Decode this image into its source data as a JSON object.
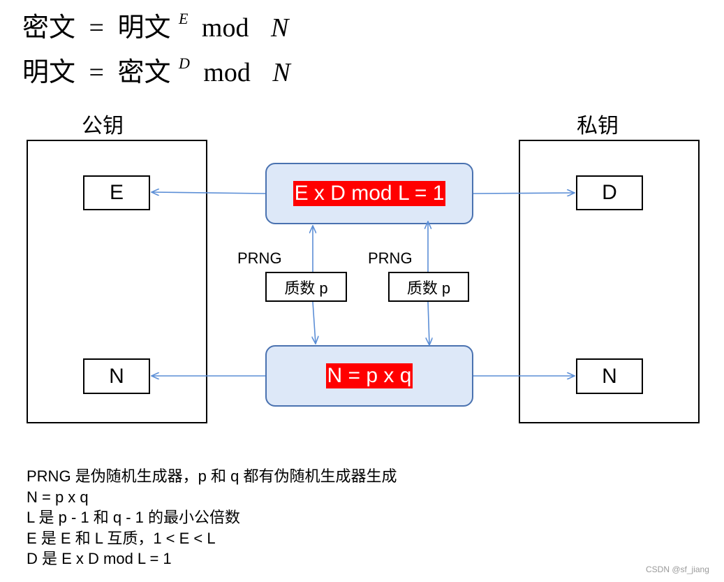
{
  "formulas": {
    "line1": {
      "lhs": "密文",
      "eq": "=",
      "rhs": "明文",
      "exp": "E",
      "mod": "mod",
      "modulus": "N"
    },
    "line2": {
      "lhs": "明文",
      "eq": "=",
      "rhs": "密文",
      "exp": "D",
      "mod": "mod",
      "modulus": "N"
    }
  },
  "public_key": {
    "title": "公钥",
    "e": "E",
    "n": "N"
  },
  "private_key": {
    "title": "私钥",
    "d": "D",
    "n": "N"
  },
  "equations": {
    "ed": "E x D mod L = 1",
    "n": "N = p x q"
  },
  "prng_left": {
    "label": "PRNG",
    "prime": "质数 p"
  },
  "prng_right": {
    "label": "PRNG",
    "prime": "质数 p"
  },
  "notes": [
    "PRNG 是伪随机生成器，p 和 q 都有伪随机生成器生成",
    "N = p x q",
    "L 是 p - 1 和 q - 1 的最小公倍数",
    "E 是 E 和 L 互质，1 < E < L",
    "D 是 E x D mod L = 1"
  ],
  "watermark": "CSDN @sf_jiang",
  "colors": {
    "eq_fill": "#dde8f8",
    "eq_border": "#4a72b0",
    "highlight": "#ff0000",
    "arrow": "#5b8ed6"
  }
}
